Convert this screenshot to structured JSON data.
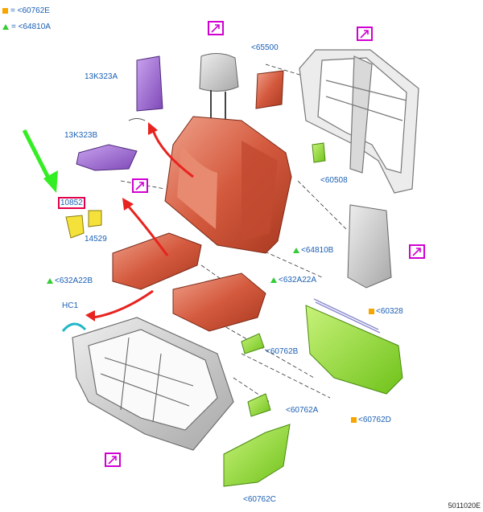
{
  "legend": [
    {
      "marker": "square",
      "color": "#f7a600",
      "text": "= <60762E"
    },
    {
      "marker": "triangle",
      "color": "#33cc33",
      "text": "= <64810A"
    }
  ],
  "labels": {
    "l_13K323A": "13K323A",
    "l_13K323B": "13K323B",
    "l_10852": "10852",
    "l_14529": "14529",
    "l_65500": "<65500",
    "l_60508": "<60508",
    "l_64810B": "<64810B",
    "l_632A22B": "<632A22B",
    "l_632A22A": "<632A22A",
    "l_HC1": "HC1",
    "l_60328": "<60328",
    "l_60762B": "<60762B",
    "l_60762A": "<60762A",
    "l_60762D": "<60762D",
    "l_60762C": "<60762C"
  },
  "footer": "5011020E",
  "colors": {
    "label_blue": "#1a5fb4",
    "cushion_red": "#d45a3e",
    "trim_purple": "#9a66cc",
    "panel_green": "#88dd22",
    "frame_gray": "#c9c9c9",
    "arrow_red": "#e8231f",
    "arrow_green": "#33ee22",
    "ext_magenta": "#d100d1"
  }
}
